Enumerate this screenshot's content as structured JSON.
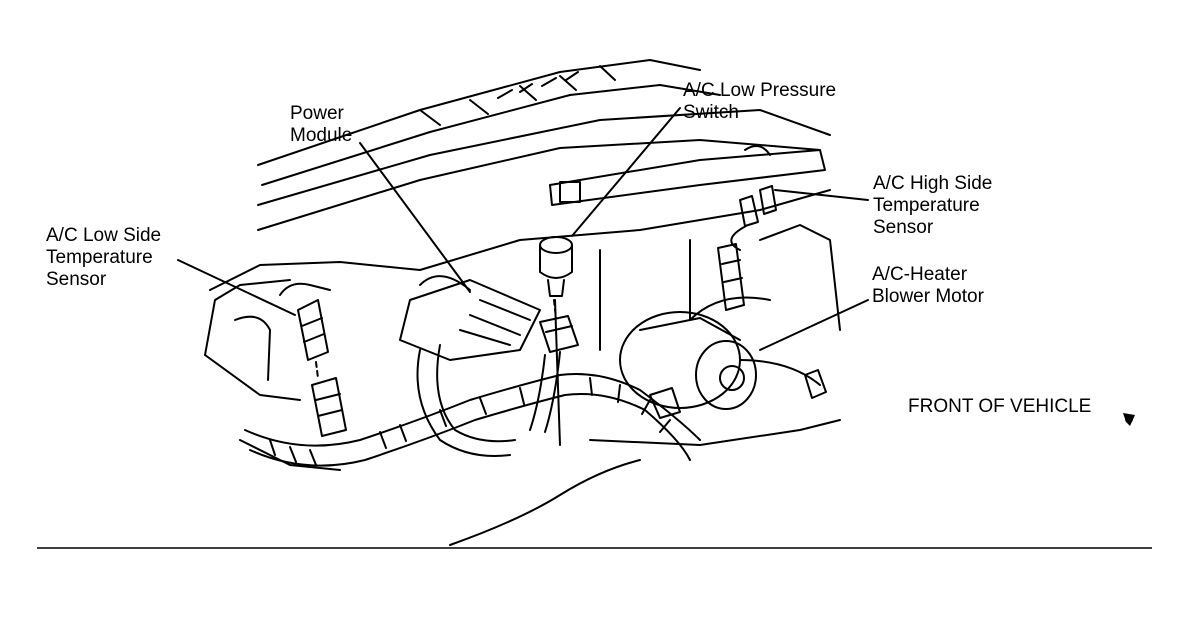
{
  "diagram": {
    "labels": {
      "power_module": "Power\nModule",
      "ac_low_pressure_switch": "A/C Low Pressure\nSwitch",
      "ac_high_side_temperature_sensor": "A/C High Side\nTemperature\nSensor",
      "ac_low_side_temperature_sensor": "A/C Low Side\nTemperature\nSensor",
      "ac_heater_blower_motor": "A/C-Heater\nBlower Motor",
      "front_of_vehicle": "FRONT OF VEHICLE"
    },
    "ink_color": "#000000",
    "background_color": "#ffffff",
    "icons": [
      "front-direction-arrow-icon"
    ]
  }
}
